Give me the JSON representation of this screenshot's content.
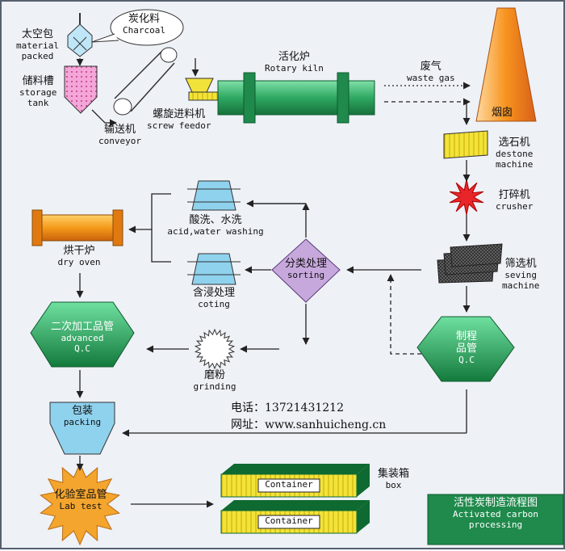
{
  "steps": {
    "charcoal": {
      "zh": "炭化料",
      "en": "Charcoal"
    },
    "material_packed": {
      "zh": "太空包",
      "en1": "material",
      "en2": "packed"
    },
    "storage_tank": {
      "zh": "储料槽",
      "en1": "storage",
      "en2": "tank"
    },
    "conveyor": {
      "zh": "输送机",
      "en": "conveyor"
    },
    "screw_feeder": {
      "zh": "螺旋进料机",
      "en": "screw feedor"
    },
    "rotary_kiln": {
      "zh": "活化炉",
      "en": "Rotary kiln"
    },
    "waste_gas": {
      "zh": "废气",
      "en": "waste gas"
    },
    "chimney": {
      "zh": "烟囱"
    },
    "destone": {
      "zh": "选石机",
      "en1": "destone",
      "en2": "machine"
    },
    "crusher": {
      "zh": "打碎机",
      "en": "crusher"
    },
    "seving": {
      "zh": "筛选机",
      "en1": "seving",
      "en2": "machine"
    },
    "process_qc": {
      "zh1": "制程",
      "zh2": "品管",
      "en": "Q.C"
    },
    "sorting": {
      "zh": "分类处理",
      "en": "sorting"
    },
    "acid_wash": {
      "zh": "酸洗、水洗",
      "en": "acid,water washing"
    },
    "coting": {
      "zh": "含浸处理",
      "en": "coting"
    },
    "grinding": {
      "zh": "磨粉",
      "en": "grinding"
    },
    "dry_oven": {
      "zh": "烘干炉",
      "en": "dry oven"
    },
    "advanced_qc": {
      "zh": "二次加工品管",
      "en1": "advanced",
      "en2": "Q.C"
    },
    "packing": {
      "zh": "包装",
      "en": "packing"
    },
    "lab_test": {
      "zh": "化验室品管",
      "en": "Lab test"
    },
    "box": {
      "zh": "集装箱",
      "en": "box",
      "container1": "Container",
      "container2": "Container"
    }
  },
  "contact": {
    "phone": "电话：13721431212",
    "web": "网址：www.sanhuicheng.cn"
  },
  "title_box": {
    "zh": "活性炭制造流程图",
    "en1": "Activated carbon",
    "en2": "processing"
  },
  "colors": {
    "green": "#1f8a4c",
    "green_light": "#3fbf74",
    "yellow": "#f2e33a",
    "blue": "#8fd2ee",
    "purple": "#c7a8dc",
    "orange": "#f4a52e",
    "red": "#e8262a"
  }
}
